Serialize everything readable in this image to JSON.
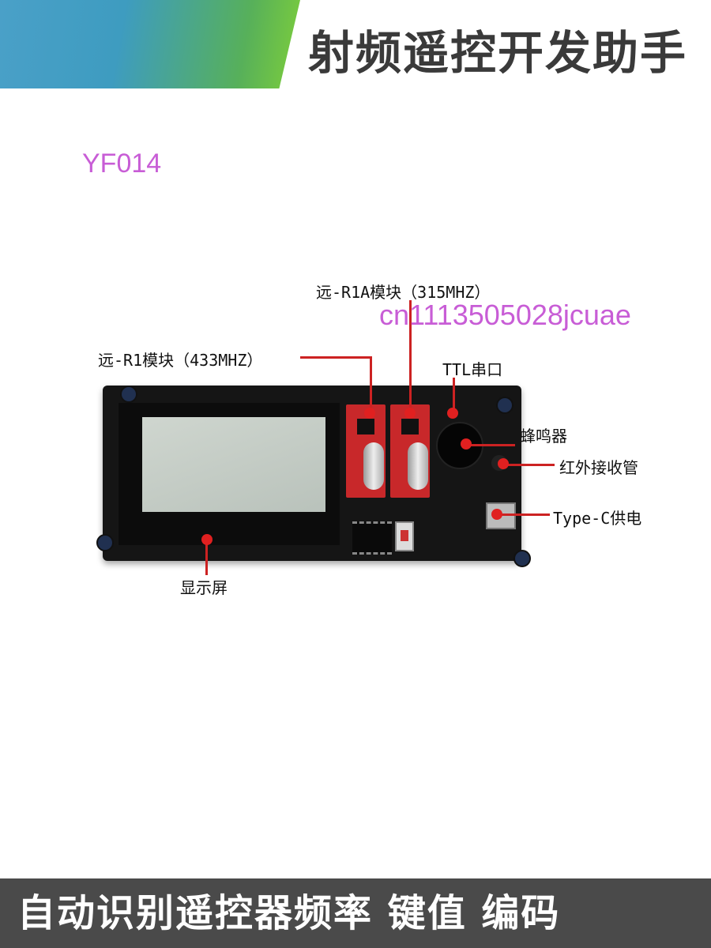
{
  "header": {
    "title": "射频遥控开发助手"
  },
  "model_code": "YF014",
  "watermark": "cn1113505028jcuae",
  "labels": {
    "r1a_module": "远-R1A模块（315MHZ）",
    "r1_module": "远-R1模块（433MHZ）",
    "ttl": "TTL串口",
    "buzzer": "蜂鸣器",
    "ir": "红外接收管",
    "type_c": "Type-C供电",
    "display": "显示屏"
  },
  "slogan": "自动识别遥控器频率 键值 编码",
  "colors": {
    "accent": "#c85dd6",
    "pointer": "#e02020",
    "banner": "#4a4a4a"
  }
}
